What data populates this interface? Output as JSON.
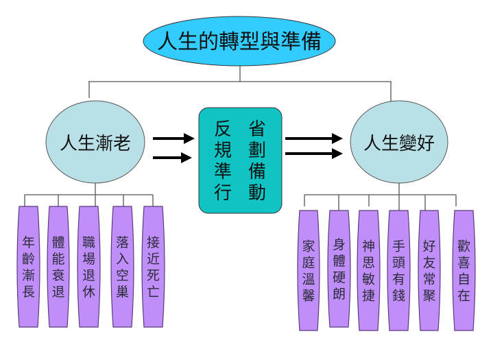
{
  "title": "人生的轉型與準備",
  "left_node": {
    "label": "人生漸老",
    "items": [
      "年齡漸長",
      "體能衰退",
      "職場退休",
      "落入空巢",
      "接近死亡"
    ]
  },
  "center_node": {
    "columns": [
      [
        "反",
        "規",
        "準",
        "行"
      ],
      [
        "省",
        "劃",
        "備",
        "動"
      ]
    ]
  },
  "right_node": {
    "label": "人生變好",
    "items": [
      "家庭溫馨",
      "身體硬朗",
      "神思敏捷",
      "手頭有錢",
      "好友常聚",
      "歡喜自在"
    ]
  },
  "colors": {
    "title_fill": "#33ccff",
    "node_fill": "#b8e0e6",
    "center_fill": "#11c4c4",
    "pill_fill": "#c08ef8",
    "pill_stroke": "#5a3a7a"
  }
}
